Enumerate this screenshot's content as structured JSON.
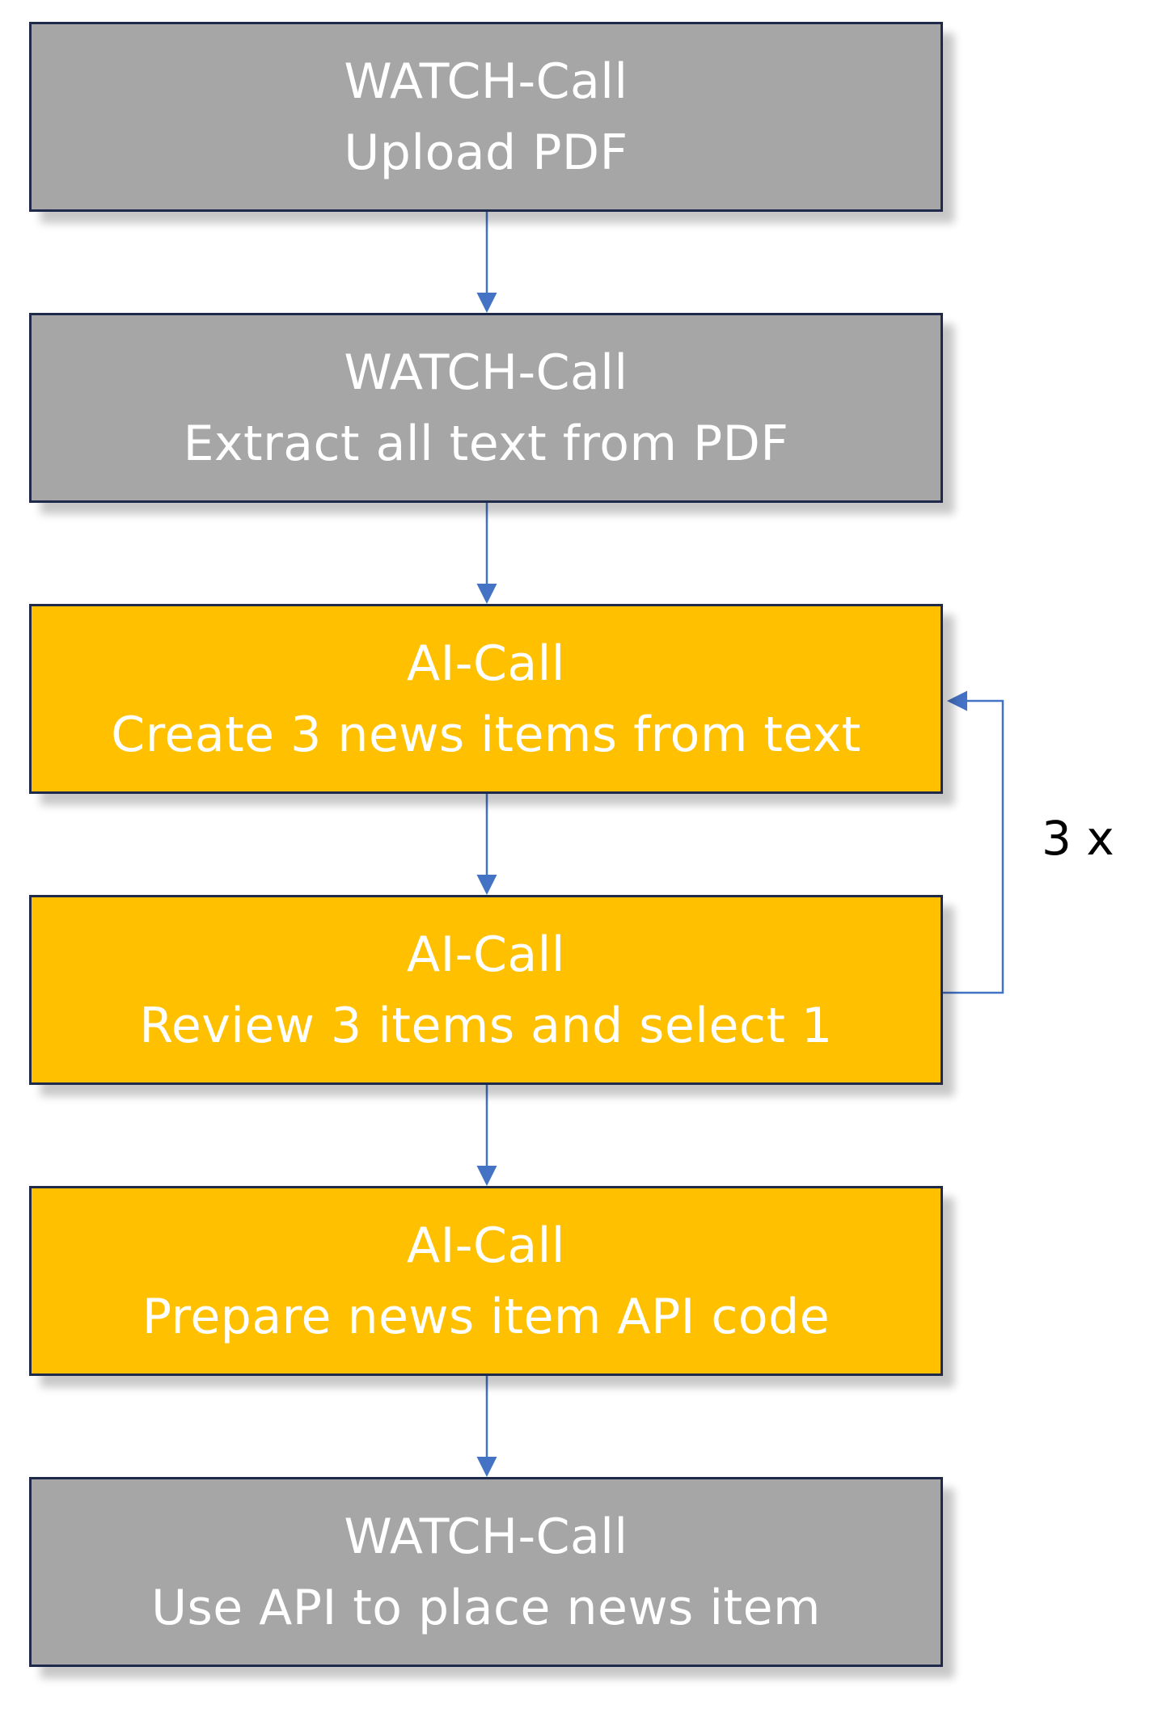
{
  "steps": [
    {
      "caller": "WATCH-Call",
      "action": "Upload PDF",
      "kind": "watch"
    },
    {
      "caller": "WATCH-Call",
      "action": "Extract all text from PDF",
      "kind": "watch"
    },
    {
      "caller": "AI-Call",
      "action": "Create 3 news items from text",
      "kind": "ai"
    },
    {
      "caller": "AI-Call",
      "action": "Review 3 items and select 1",
      "kind": "ai"
    },
    {
      "caller": "AI-Call",
      "action": "Prepare news item API code",
      "kind": "ai"
    },
    {
      "caller": "WATCH-Call",
      "action": "Use API to place news item",
      "kind": "watch"
    }
  ],
  "loop": {
    "label": "3 x"
  },
  "colors": {
    "watch_fill": "#a6a6a6",
    "ai_fill": "#ffc000",
    "border": "#1f2a4a",
    "arrow": "#4472c4",
    "text": "#ffffff"
  }
}
